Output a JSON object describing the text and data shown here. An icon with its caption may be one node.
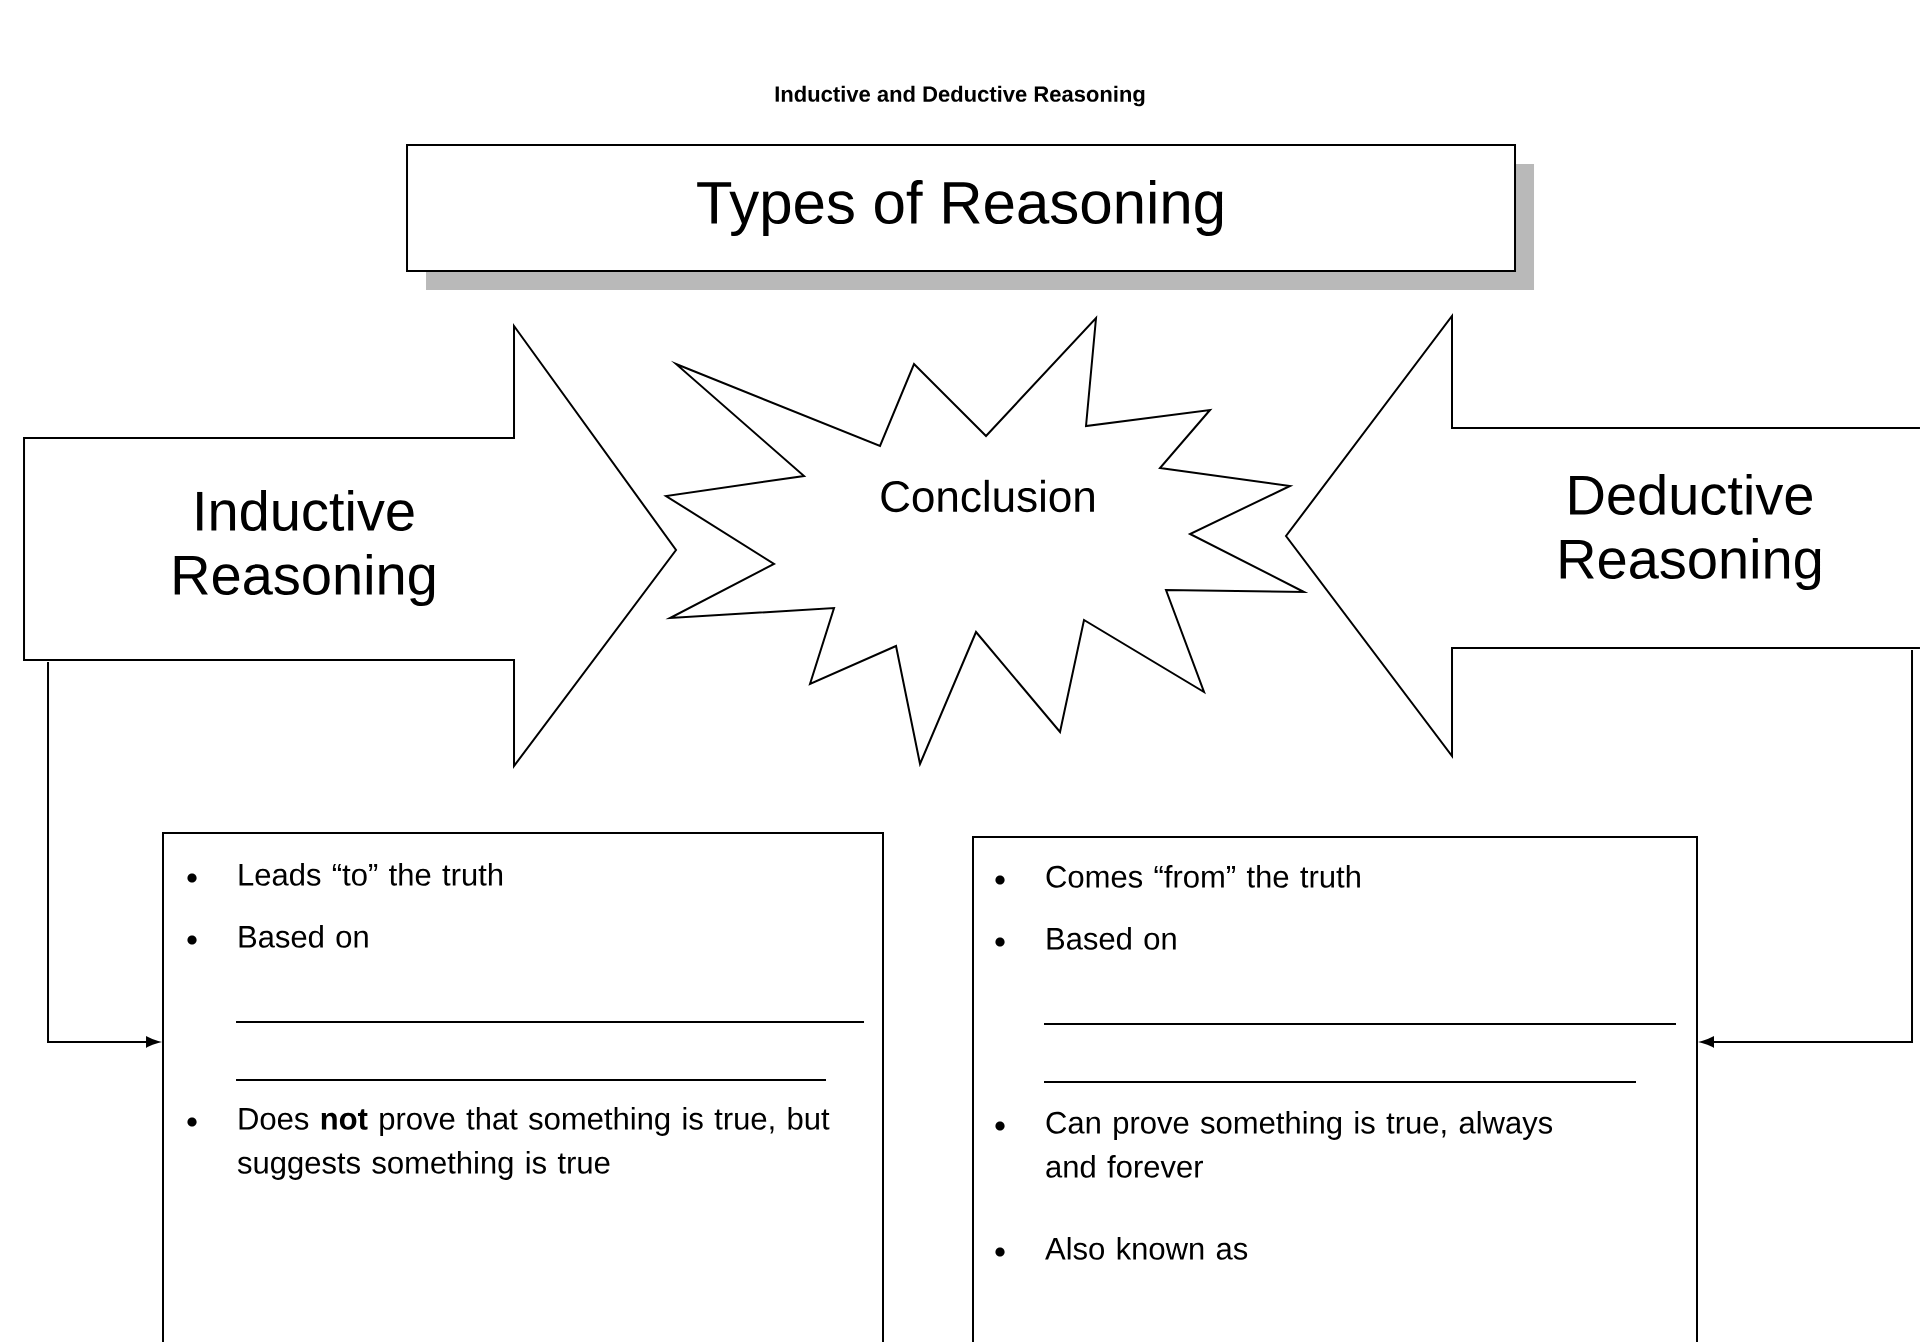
{
  "diagram": {
    "title": "Inductive and Deductive Reasoning",
    "nodes": [
      {
        "text": [
          "Types of Reasoning"
        ]
      },
      {
        "text": [
          "Inductive Reasoning"
        ]
      },
      {
        "text": [
          "Conclusion"
        ]
      },
      {
        "text": [
          "Deductive Reasoning"
        ]
      },
      {
        "text": [
          "Leads “to” the truth",
          "Based on",
          "Does **not** prove that something is true, but suggests something is true"
        ]
      },
      {
        "text": [
          "Comes “from” the truth",
          "Based on",
          "Can prove something is true, always and forever",
          "Also known as"
        ]
      }
    ],
    "edges": [
      {
        "from": 1,
        "to": 4,
        "arrow": "to"
      },
      {
        "from": 3,
        "to": 5,
        "arrow": "to"
      }
    ]
  }
}
